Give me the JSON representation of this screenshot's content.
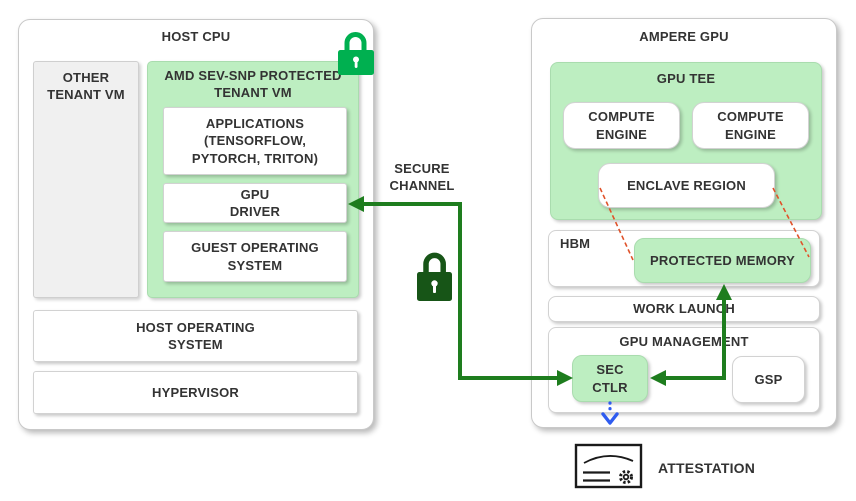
{
  "colors": {
    "region-green": "#bdeec1",
    "arrow-green": "#1e7d1e",
    "lock-bright": "#00b050",
    "lock-dark": "#175517",
    "dash-red": "#e0522a",
    "dot-blue": "#2f5cf0",
    "text": "#333333"
  },
  "host": {
    "title": "HOST CPU",
    "other_tenant_vm": [
      "OTHER",
      "TENANT VM"
    ],
    "sev_vm_title": [
      "AMD SEV-SNP PROTECTED",
      "TENANT VM"
    ],
    "applications": [
      "APPLICATIONS",
      "(TENSORFLOW,",
      "PYTORCH, TRITON)"
    ],
    "gpu_driver": [
      "GPU",
      "DRIVER"
    ],
    "guest_os": [
      "GUEST OPERATING",
      "SYSTEM"
    ],
    "host_os": [
      "HOST OPERATING",
      "SYSTEM"
    ],
    "hypervisor": "HYPERVISOR"
  },
  "gpu": {
    "title": "AMPERE GPU",
    "tee_title": "GPU TEE",
    "compute_engine_1": [
      "COMPUTE",
      "ENGINE"
    ],
    "compute_engine_2": [
      "COMPUTE",
      "ENGINE"
    ],
    "enclave_region": "ENCLAVE REGION",
    "hbm_label": "HBM",
    "protected_memory": "PROTECTED MEMORY",
    "work_launch": "WORK LAUNCH",
    "gpu_management": "GPU MANAGEMENT",
    "sec_ctlr": [
      "SEC",
      "CTLR"
    ],
    "gsp": "GSP"
  },
  "annotations": {
    "secure_channel": [
      "SECURE",
      "CHANNEL"
    ],
    "attestation": "ATTESTATION"
  },
  "icons": {
    "tenant_vm_lock": "lock-icon",
    "secure_channel_lock": "lock-icon",
    "attestation_badge": "certificate-gear-icon"
  }
}
